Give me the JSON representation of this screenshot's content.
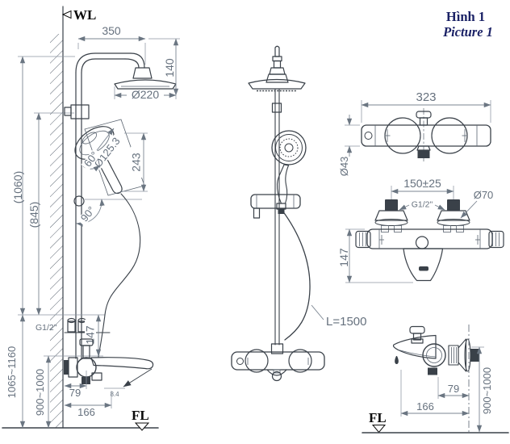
{
  "figure_label": {
    "vi": "Hình 1",
    "en": "Picture 1"
  },
  "datum": {
    "wall_line": "WL",
    "floor_line_left": "FL",
    "floor_line_right": "FL"
  },
  "left_view": {
    "arm_reach": "350",
    "head_drop": "140",
    "head_diameter": "Ø220",
    "column_height_overall": "(1060)",
    "column_height": "(845)",
    "handshower_tilt": "60°",
    "handshower_diameter": "Ø125.3",
    "handshower_length": "243",
    "arm_swivel": "90°",
    "inlet_thread": "G1/2\"",
    "body_drop": "147",
    "overall_height": "1065~1160",
    "install_height": "900~1000",
    "spout_offset": "79",
    "spout_reach": "166",
    "spout_angle": "8.4"
  },
  "front_view": {
    "hose_length": "L=1500"
  },
  "mixer_top_view": {
    "body_width": "323",
    "body_diameter": "Ø43"
  },
  "mixer_front_view": {
    "inlet_spacing": "150±25",
    "inlet_thread": "G1/2\"",
    "escutcheon_diameter": "Ø70",
    "body_height": "147"
  },
  "mixer_side_view": {
    "spout_offset": "79",
    "spout_reach": "166",
    "install_height": "900~1000"
  }
}
